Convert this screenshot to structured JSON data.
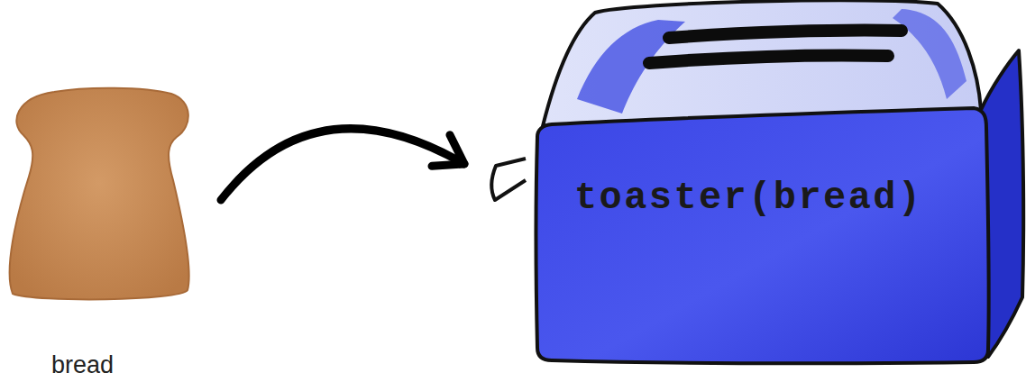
{
  "diagram": {
    "nodes": [
      {
        "text": [
          "bread"
        ]
      },
      {
        "text": [
          "toaster(bread)"
        ]
      }
    ],
    "edges": [
      {
        "from": 0,
        "to": 1,
        "arrow": "to"
      }
    ]
  }
}
